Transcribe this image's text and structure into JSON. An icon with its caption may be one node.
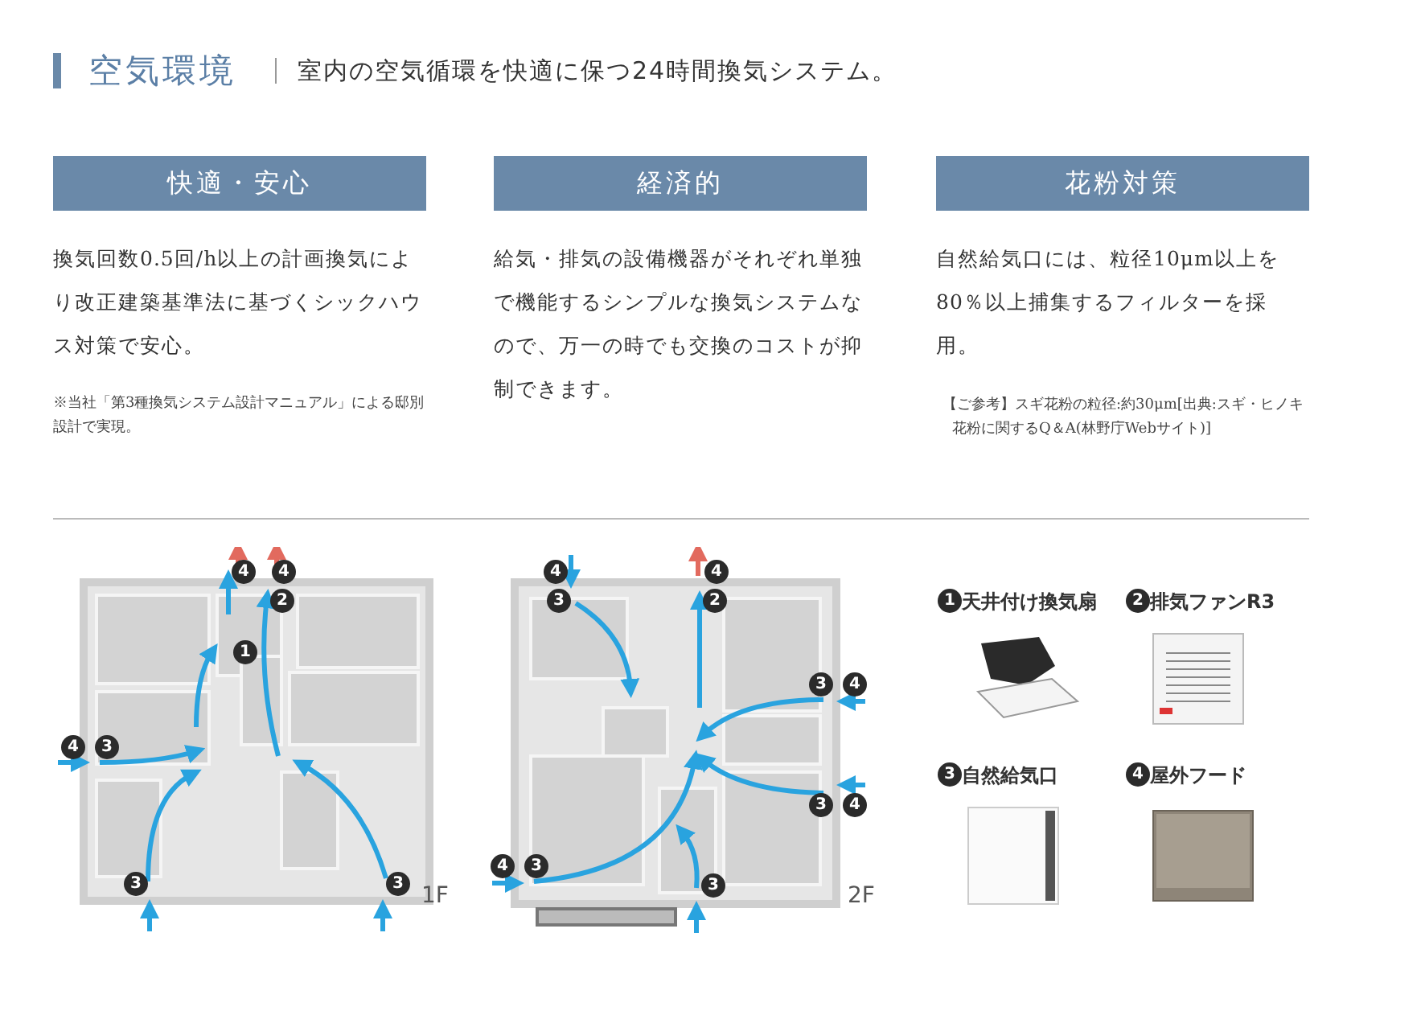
{
  "diagram": {
    "title": "空気環境",
    "nodes": [
      {
        "text": [
          "快適・安心"
        ],
        "beside": [
          "換気回数0.5回/h以上の計画換気により改正建築基準法に基づくシックハウス対策で安心。",
          "※当社「第3種換気システム設計マニュアル」による邸別設計で実現。"
        ]
      },
      {
        "text": [
          "経済的"
        ],
        "beside": [
          "給気・排気の設備機器がそれぞれ単独で機能するシンプルな換気システムなので、万一の時でも交換のコストが抑制できます。"
        ]
      },
      {
        "text": [
          "花粉対策"
        ],
        "beside": [
          "自然給気口には、粒径10μm以上を80％以上捕集するフィルターを採用。",
          "【ご参考】スギ花粉の粒径:約30μm[出典:スギ・ヒノキ花粉に関するQ＆A(林野庁Webサイト)]"
        ]
      },
      {
        "text": [],
        "shape": "picture",
        "beside": [
          "1F"
        ]
      },
      {
        "text": [],
        "shape": "picture",
        "beside": [
          "2F"
        ]
      },
      {
        "text": [
          "天井付け換気扇"
        ]
      },
      {
        "text": [
          "排気ファンR3"
        ]
      },
      {
        "text": [
          "自然給気口"
        ]
      },
      {
        "text": [
          "屋外フード"
        ]
      }
    ],
    "labels": [
      "室内の空気循環を快適に保つ24時間換気システム。",
      "4",
      "4",
      "2",
      "1",
      "4",
      "3",
      "3",
      "3",
      "4",
      "4",
      "3",
      "2",
      "3",
      "4",
      "3",
      "4",
      "4",
      "3",
      "3",
      "1",
      "2",
      "3",
      "4"
    ]
  }
}
